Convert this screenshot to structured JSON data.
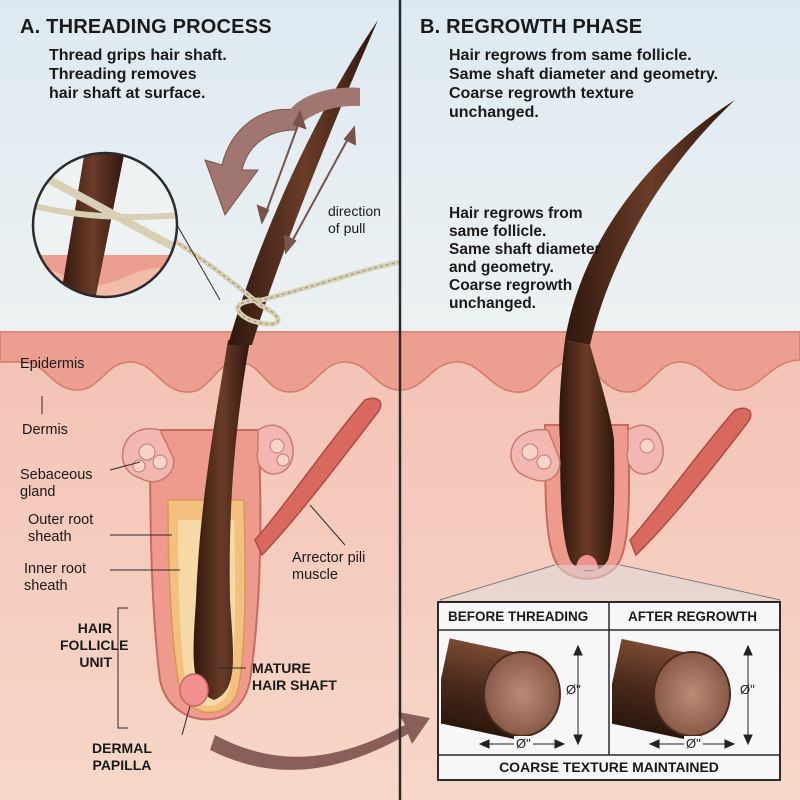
{
  "panel_a": {
    "title": "A. THREADING PROCESS",
    "caption": "Thread grips hair shaft.\nThreading removes\nhair shaft at surface.",
    "direction_label": "direction\nof pull"
  },
  "panel_b": {
    "title": "B. REGROWTH PHASE",
    "caption": "Hair regrows from same follicle.\nSame shaft diameter and geometry.\nCoarse regrowth texture\nunchanged.",
    "mid_caption": "Hair regrows from\nsame follicle.\nSame shaft diameter\nand geometry.\nCoarse regrowth\nunchanged."
  },
  "labels": {
    "epidermis": "Epidermis",
    "dermis": "Dermis",
    "sebaceous": "Sebaceous\ngland",
    "outer_root": "Outer root\nsheath",
    "inner_root": "Inner root\nsheath",
    "arrector": "Arrector pili\nmuscle",
    "follicle_unit": "HAIR\nFOLLICLE\nUNIT",
    "mature_shaft": "MATURE\nHAIR SHAFT",
    "dermal_papilla": "DERMAL\nPAPILLA"
  },
  "inset": {
    "before": "BEFORE THREADING",
    "after": "AFTER REGROWTH",
    "dim": "Ø\"",
    "footer": "COARSE TEXTURE MAINTAINED"
  },
  "colors": {
    "sky_top": "#e3eef4",
    "skin_bg": "#f5d3c4",
    "epidermis": "#ea9d8e",
    "dermis": "#f2bcaa",
    "hair": "#4a2a1c",
    "papilla": "#f08a8a",
    "arrow": "#9a6a66",
    "divider": "#2b2b2b"
  }
}
